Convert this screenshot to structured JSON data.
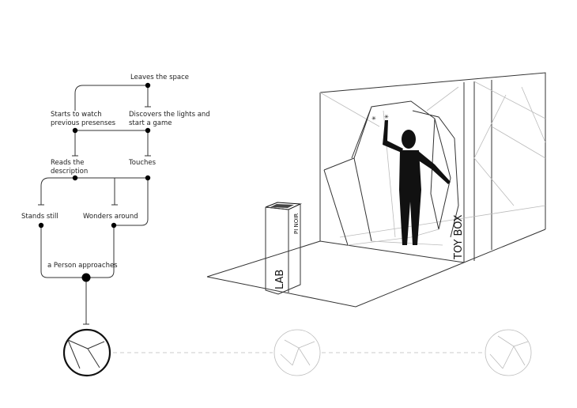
{
  "flow": {
    "leaves": "Leaves the space",
    "watch": [
      "Starts to watch",
      "previous presenses"
    ],
    "discovers": [
      "Discovers the lights and",
      "start a game"
    ],
    "reads": [
      "Reads the",
      "description"
    ],
    "touches": "Touches",
    "stands": "Stands still",
    "wonders": "Wonders around",
    "approaches": "a Person approaches"
  },
  "installation": {
    "pillar_front": "LAB",
    "pillar_side": "PI NOIR",
    "box": "TOY BOX"
  }
}
